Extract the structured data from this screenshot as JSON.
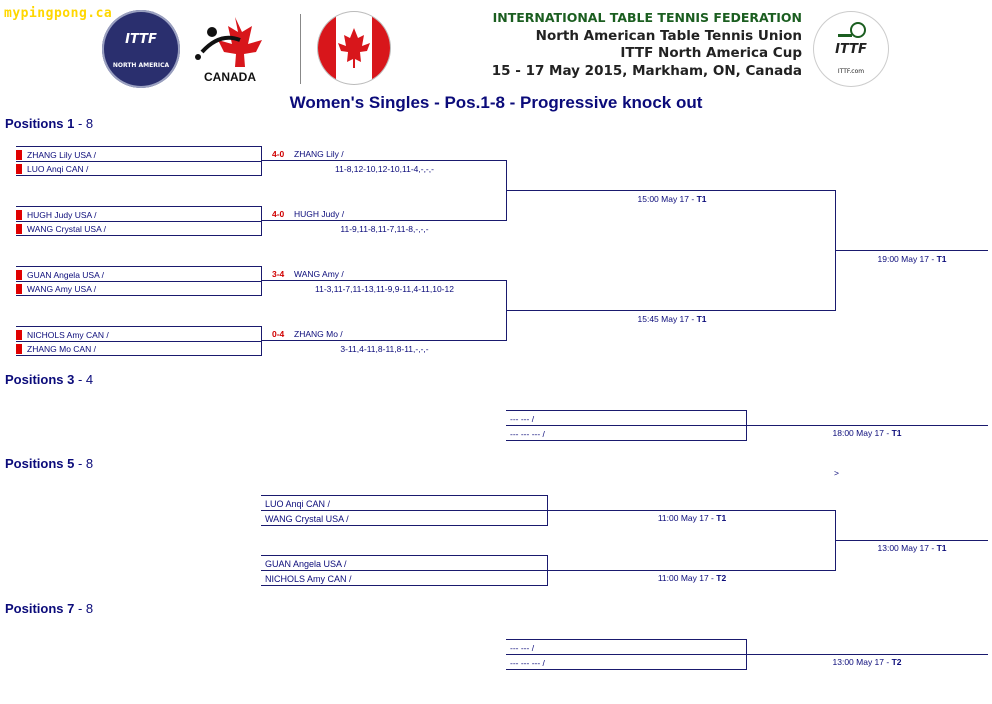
{
  "watermark": "mypingpong.ca",
  "header": {
    "logo_left_line1": "ITTF",
    "logo_left_line2": "NORTH AMERICA",
    "canada_label": "CANADA",
    "org1": "INTERNATIONAL TABLE TENNIS FEDERATION",
    "org2": "North American Table Tennis Union",
    "event": "ITTF North America Cup",
    "dates": "15 - 17 May 2015, Markham, ON, Canada",
    "logo_right_text": "ITTF",
    "logo_right_url": "ITTF.com"
  },
  "title": "Women's Singles - Pos.1-8 - Progressive knock out",
  "sections": {
    "pos1_8": "Positions 1",
    "pos1_8_b": "- 8",
    "pos3_4": "Positions 3",
    "pos3_4_b": "- 4",
    "pos5_8": "Positions 5",
    "pos5_8_b": "- 8",
    "pos7_8": "Positions 7",
    "pos7_8_b": "- 8"
  },
  "r1": [
    {
      "p1": "ZHANG Lily USA /",
      "p2": "LUO Anqi CAN /",
      "score": "4-0",
      "winner": "ZHANG Lily /",
      "games": "11-8,12-10,12-10,11-4,-,-,-"
    },
    {
      "p1": "HUGH Judy USA /",
      "p2": "WANG Crystal USA /",
      "score": "4-0",
      "winner": "HUGH Judy /",
      "games": "11-9,11-8,11-7,11-8,-,-,-"
    },
    {
      "p1": "GUAN Angela USA /",
      "p2": "WANG Amy USA /",
      "score": "3-4",
      "winner": "WANG Amy /",
      "games": "11-3,11-7,11-13,11-9,9-11,4-11,10-12"
    },
    {
      "p1": "NICHOLS Amy CAN /",
      "p2": "ZHANG Mo CAN /",
      "score": "0-4",
      "winner": "ZHANG Mo /",
      "games": "3-11,4-11,8-11,8-11,-,-,-"
    }
  ],
  "times": {
    "sf1": "15:00 May 17 - ",
    "sf1_t": "T1",
    "sf2": "15:45 May 17 - ",
    "sf2_t": "T1",
    "final": "19:00 May 17 - ",
    "final_t": "T1",
    "p34": "18:00 May 17 - ",
    "p34_t": "T1",
    "p58_a": "11:00 May 17 - ",
    "p58_a_t": "T1",
    "p58_b": "11:00 May 17 - ",
    "p58_b_t": "T2",
    "p58_final": "13:00 May 17 - ",
    "p58_final_t": "T1",
    "p78": "13:00 May 17 - ",
    "p78_t": "T2"
  },
  "p34": {
    "p1": "--- --- /",
    "p2": "--- --- --- /"
  },
  "p58_marker": ">",
  "p58": [
    {
      "p1": "LUO Anqi CAN /",
      "p2": "WANG Crystal USA /"
    },
    {
      "p1": "GUAN Angela USA /",
      "p2": "NICHOLS Amy CAN /"
    }
  ],
  "p78": {
    "p1": "--- --- /",
    "p2": "--- --- --- /"
  }
}
